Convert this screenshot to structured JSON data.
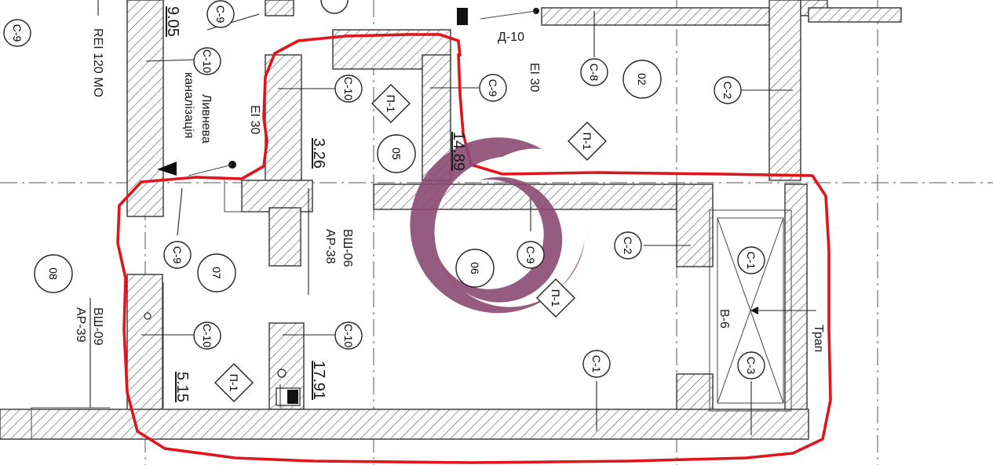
{
  "labels": {
    "rei": "REI 120 МО",
    "sewer_line1": "Ливнева",
    "sewer_line2": "каналізація",
    "ei30_left": "EI 30",
    "ei30_right": "EI 30",
    "d10": "Д-10",
    "vsh06": "ВШ-06",
    "ar38": "АР-38",
    "vsh09": "ВШ-09",
    "ar39": "АР-39",
    "v6": "В-6",
    "trap": "Трап"
  },
  "areas": {
    "a905": "9.05",
    "a326": "3.26",
    "a1489": "14.89",
    "a515": "5.15",
    "a1791": "17.91"
  },
  "rooms": {
    "r02": "02",
    "r05": "05",
    "r06": "06",
    "r07": "07",
    "r08": "08"
  },
  "tags": {
    "c9": "С-9",
    "c10": "С-10",
    "c8": "С-8",
    "c2": "С-2",
    "c1": "С-1",
    "c3": "С-3",
    "p1": "П-1"
  },
  "colors": {
    "highlight": "#e0141a",
    "logo_main": "#8a4a72",
    "logo_accent": "#3ea79a"
  }
}
